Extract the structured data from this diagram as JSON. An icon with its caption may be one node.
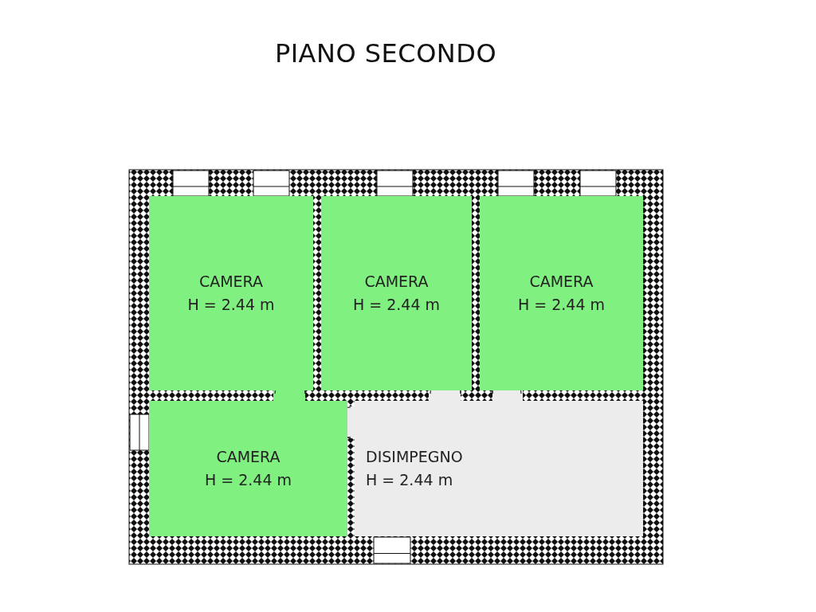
{
  "diagram": {
    "title": "PIANO SECONDO",
    "nodes": [
      {
        "text": [
          "CAMERA",
          "H = 2.44 m"
        ]
      },
      {
        "text": [
          "CAMERA",
          "H = 2.44 m"
        ]
      },
      {
        "text": [
          "CAMERA",
          "H = 2.44 m"
        ]
      },
      {
        "text": [
          "CAMERA",
          "H = 2.44 m"
        ]
      },
      {
        "text": [
          "DISIMPEGNO",
          "H = 2.44 m"
        ]
      }
    ]
  }
}
